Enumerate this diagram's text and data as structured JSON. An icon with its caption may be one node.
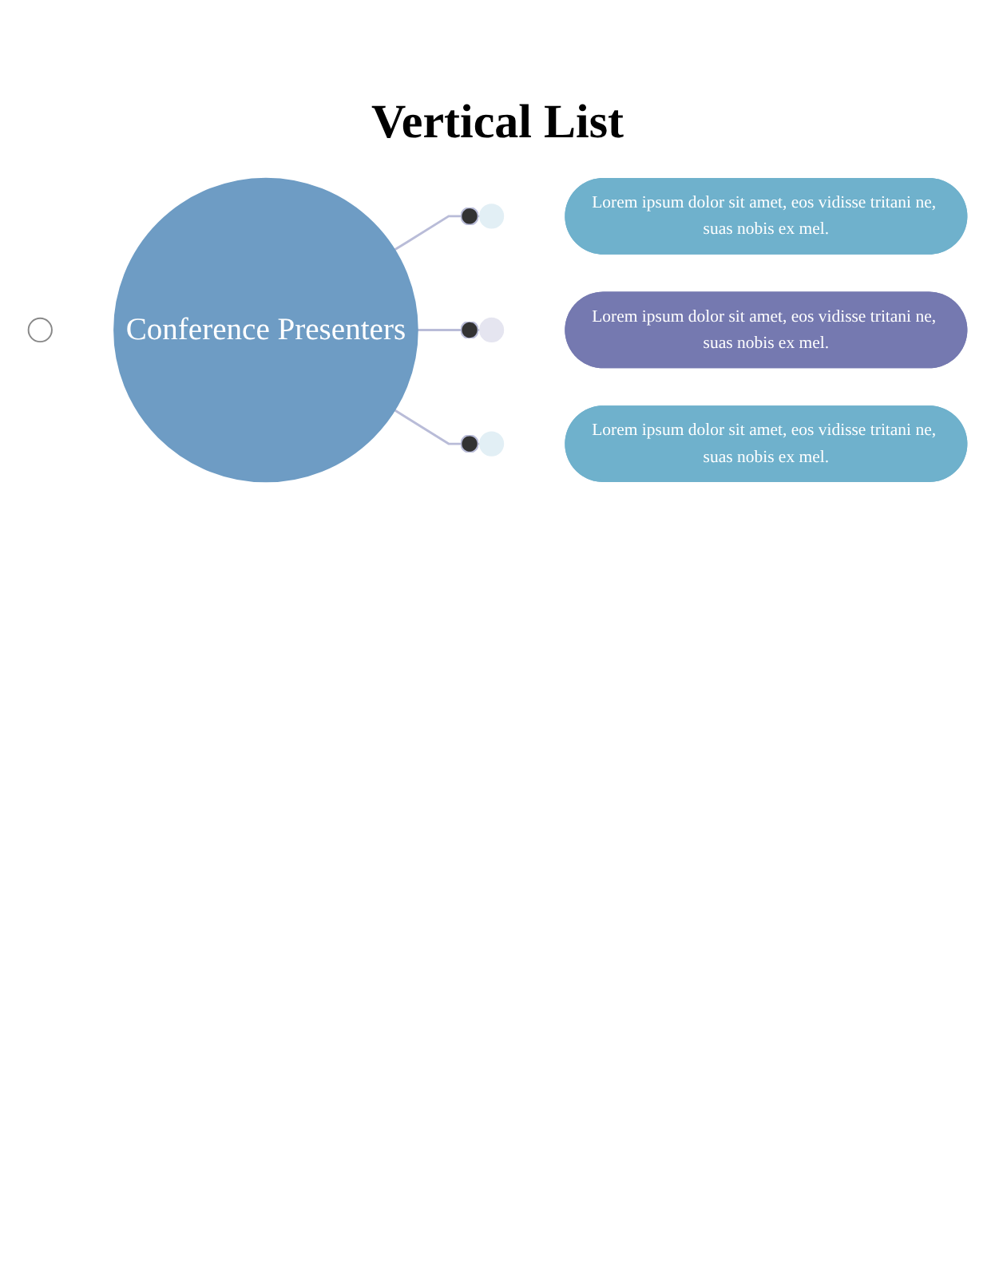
{
  "diagram": {
    "title": "Vertical List",
    "nodes": [
      {
        "text": [],
        "shape": "circle"
      },
      {
        "text": [
          "Conference Presenters"
        ]
      },
      {
        "text": [],
        "shape": "circle"
      },
      {
        "text": [
          "Lorem ipsum dolor sit amet, eos vidisse tritani ne, suas nobis ex mel."
        ]
      },
      {
        "text": [],
        "shape": "circle"
      },
      {
        "text": [
          "Lorem ipsum dolor sit amet, eos vidisse tritani ne, suas nobis ex mel."
        ]
      },
      {
        "text": [],
        "shape": "circle"
      },
      {
        "text": [
          "Lorem ipsum dolor sit amet, eos vidisse tritani ne, suas nobis ex mel."
        ]
      }
    ],
    "edges": [
      {
        "from": 1,
        "to": 2,
        "arrow": "other"
      },
      {
        "from": 1,
        "to": 4,
        "arrow": "other"
      },
      {
        "from": 1,
        "to": 6,
        "arrow": "other"
      }
    ]
  }
}
